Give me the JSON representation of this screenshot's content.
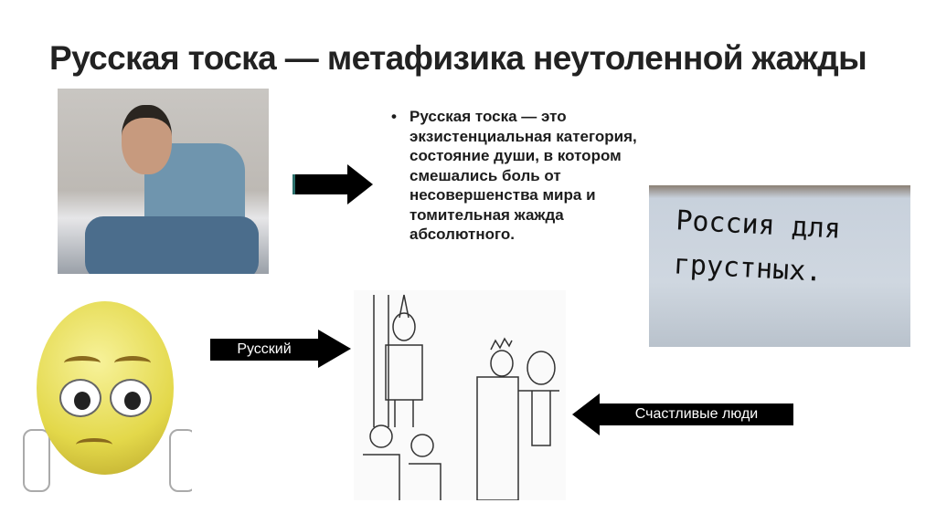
{
  "slide": {
    "title": "Русская тоска — метафизика неутоленной жажды",
    "bullet": "Русская тоска — это экзистенциальная категория, состояние души, в котором смешались боль от несовершенства мира и томительная жажда абсолютного.",
    "arrow_russian_label": "Русский",
    "arrow_happy_label": "Счастливые люди",
    "graffiti_text": "Россия для грустных."
  }
}
